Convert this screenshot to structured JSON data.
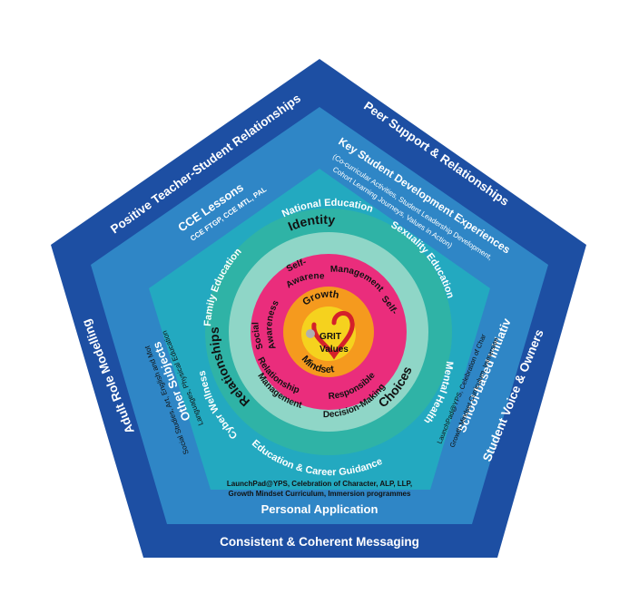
{
  "outer_ring": {
    "left": "Positive Teacher-Student Relationships",
    "right": "Peer Support & Relationships",
    "lower_left": "Adult Role Modelling",
    "lower_right": "Student Voice & Ownership",
    "bottom": "Consistent & Coherent Messaging"
  },
  "second_ring": {
    "top_left_title": "CCE Lessons",
    "top_left_sub": "CCE FTGP, CCE MTL, PAL",
    "top_right_title": "Key Student Development Experiences",
    "top_right_sub": [
      "(Co-curricular Activities, Student Leadership Development,",
      "Cohort Learning Journeys, Values in Action)"
    ],
    "left_title": "Other Subjects",
    "left_sub": [
      "Social Studies, Art, English and Mother Tongue",
      "Languages, Physical Education"
    ],
    "right_title": "School-based Initiatives",
    "right_sub": [
      "LaunchPad@YPS, Celebration of Character, ALP, LLP,",
      "Growth Mindset Curriculum, Immersion programmes"
    ],
    "bottom_title": "Personal Application",
    "bottom_sub": [
      "LaunchPad@YPS, Celebration of Character, ALP, LLP,",
      "Growth Mindset Curriculum, Immersion programmes"
    ]
  },
  "teal_ring": {
    "top": "National Education",
    "upper_left": "Family Education",
    "upper_right": "Sexuality Education",
    "left": "Cyber Wellness",
    "right": "Mental Health",
    "bottom": "Education & Career Guidance"
  },
  "mint_ring": {
    "top": "Identity",
    "left": "Relationships",
    "right": "Choices"
  },
  "pink_ring": {
    "self_awareness_1": "Self-",
    "self_awareness_2": "Awareness",
    "self_management_1": "Management",
    "self_management_2": "Self-",
    "social_1": "Social",
    "social_2": "Awareness",
    "relationship_1": "Relationship",
    "relationship_2": "Management",
    "responsible_1": "Responsible",
    "responsible_2": "Decision-Making"
  },
  "core": {
    "growth": "Growth",
    "mindset": "Mindset",
    "grit": "GRIT",
    "values": "Values"
  },
  "colors": {
    "outer_pentagon": "#1d4fa3",
    "second_pentagon": "#2f86c6",
    "third_pentagon": "#23a9c0",
    "teal_circle": "#2fb3a6",
    "mint_circle": "#8fd6c7",
    "pink_circle": "#ea2d7c",
    "orange_circle": "#f59a1e",
    "yellow_circle": "#f5d21e",
    "heart": "#d4202a"
  }
}
